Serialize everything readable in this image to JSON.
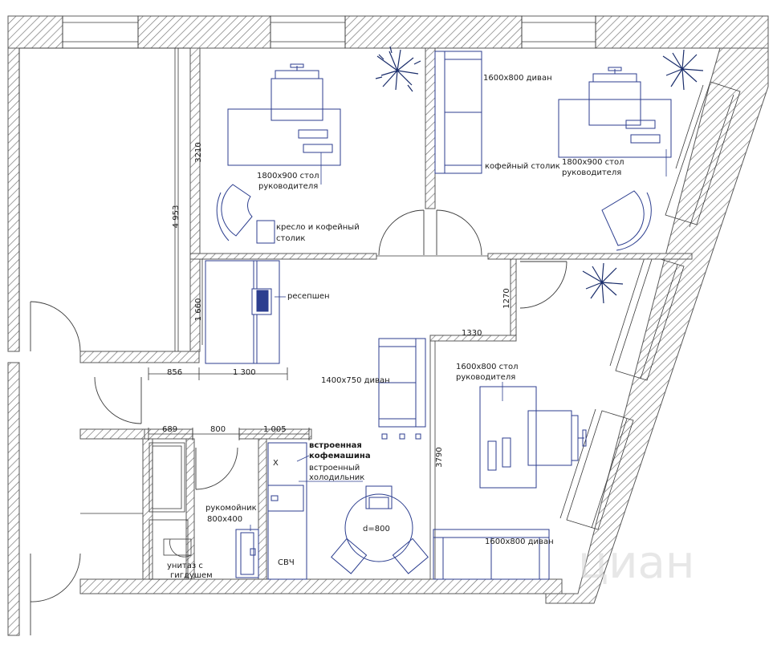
{
  "labels": {
    "table_top_left": [
      "1800x900 стол",
      "руководителя"
    ],
    "armchair": [
      "кресло и кофейный",
      "столик"
    ],
    "sofa_top": "1600x800 диван",
    "coffee_table": "кофейный столик",
    "table_top_right": [
      "1800x900 стол",
      "руководителя"
    ],
    "reception": "ресепшен",
    "sofa_middle": "1400x750 диван",
    "table_right": [
      "1600x800 стол",
      "руководителя"
    ],
    "coffee_machine": [
      "встроенная",
      "кофемашина"
    ],
    "fridge": [
      "встроенный",
      "холодильник"
    ],
    "round_table": "d=800",
    "microwave": "СВЧ",
    "sink": [
      "рукомойник",
      "800x400"
    ],
    "toilet": [
      "унитаз с",
      "гигдушем"
    ],
    "sofa_bottom": "1600x800 диван",
    "x_mark": "X"
  },
  "dimensions": {
    "d4953": "4 953",
    "d3210": "3210",
    "d1660": "1 660",
    "d1270": "1270",
    "d1330": "1330",
    "d856": "856",
    "d1300": "1 300",
    "d689": "689",
    "d800": "800",
    "d1005": "1 005",
    "d3790": "3790"
  },
  "watermark": "циан",
  "colors": {
    "furniture": "#2c3e8f",
    "wall_hatch": "#6e6e6e",
    "text": "#1a1a1a"
  }
}
